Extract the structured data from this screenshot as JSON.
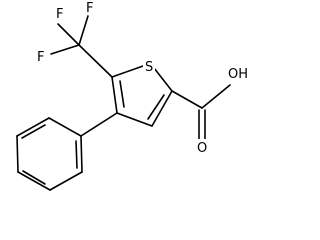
{
  "molecule": {
    "atom_labels": {
      "sulfur": "S",
      "fluorine_1": "F",
      "fluorine_2": "F",
      "fluorine_3": "F",
      "hydroxyl": "OH",
      "carbonyl_oxygen": "O"
    }
  }
}
